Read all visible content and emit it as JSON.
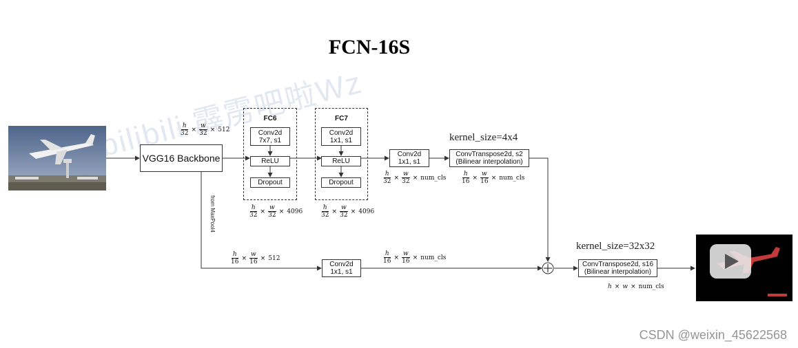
{
  "title": "FCN-16S",
  "backbone": {
    "label": "VGG16 Backbone",
    "out_h": "h",
    "out_div": "32",
    "out_w": "w",
    "out_ch": "512"
  },
  "fc6": {
    "label": "FC6",
    "layers": [
      {
        "line1": "Conv2d",
        "line2": "7x7, s1"
      },
      {
        "line1": "ReLU",
        "line2": ""
      },
      {
        "line1": "Dropout",
        "line2": ""
      }
    ],
    "dim_h": "h",
    "dim_div": "32",
    "dim_w": "w",
    "dim_ch": "4096"
  },
  "fc7": {
    "label": "FC7",
    "layers": [
      {
        "line1": "Conv2d",
        "line2": "1x1, s1"
      },
      {
        "line1": "ReLU",
        "line2": ""
      },
      {
        "line1": "Dropout",
        "line2": ""
      }
    ],
    "dim_h": "h",
    "dim_div": "32",
    "dim_w": "w",
    "dim_ch": "4096"
  },
  "conv_top": {
    "line1": "Conv2d",
    "line2": "1x1, s1",
    "dim_h": "h",
    "dim_div": "32",
    "dim_w": "w",
    "dim_ch": "num_cls"
  },
  "deconv_top": {
    "kernel": "kernel_size=4x4",
    "line1": "ConvTranspose2d, s2",
    "line2": "(Bilinear interpolation)",
    "dim_h": "h",
    "dim_div": "16",
    "dim_w": "w",
    "dim_ch": "num_cls"
  },
  "skip": {
    "from_label": "from MaxPool4",
    "in_h": "h",
    "in_div": "16",
    "in_w": "w",
    "in_ch": "512",
    "conv_line1": "Conv2d",
    "conv_line2": "1x1, s1",
    "out_h": "h",
    "out_div": "16",
    "out_w": "w",
    "out_ch": "num_cls"
  },
  "deconv_final": {
    "kernel": "kernel_size=32x32",
    "line1": "ConvTranspose2d, s16",
    "line2": "(Bilinear interpolation)",
    "dim_h": "h",
    "dim_w": "w",
    "dim_ch": "num_cls"
  },
  "add_symbol": "+",
  "watermark_csdn": "CSDN @weixin_45622568",
  "watermark_bili": "bilibili 霹雳吧啦Wz",
  "colors": {
    "wire": "#333333",
    "segmentation_bg": "#000000",
    "segmentation_fg": "#e8e8e8",
    "sky": "#6f84a6"
  }
}
